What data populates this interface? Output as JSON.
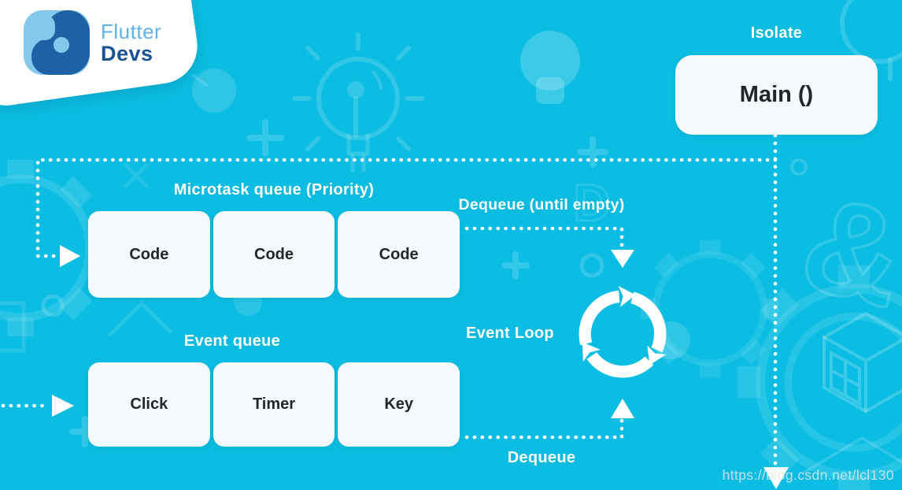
{
  "brand": {
    "line1": "Flutter",
    "line2": "Devs"
  },
  "isolate": {
    "label": "Isolate",
    "main": "Main ()"
  },
  "microtask_queue": {
    "title": "Microtask queue (Priority)",
    "items": [
      "Code",
      "Code",
      "Code"
    ]
  },
  "event_queue": {
    "title": "Event queue",
    "items": [
      "Click",
      "Timer",
      "Key"
    ]
  },
  "event_loop": {
    "label": "Event Loop"
  },
  "flow_labels": {
    "dequeue_until_empty": "Dequeue (until empty)",
    "dequeue": "Dequeue"
  },
  "watermark": "https://blog.csdn.net/lcl130",
  "colors": {
    "background": "#0bbde2",
    "panel_fill": "#f5f9fc",
    "panel_text": "#23252b",
    "connector": "#ffffff",
    "brand_light": "#5fb2e9",
    "brand_dark": "#1a5391",
    "logo_light": "#85c8ed",
    "logo_dark": "#1e62a4"
  },
  "icons": {
    "event_loop_icon": "cycle-arrows",
    "connector_style": "white-dotted-lines-with-triangle-arrowheads"
  },
  "background_motifs": [
    "light-bulb-outline",
    "light-bulb-filled",
    "gear-outline",
    "ampersand-outline",
    "cube-outline",
    "hexagon-outline",
    "plus-sign",
    "circle-outline"
  ]
}
